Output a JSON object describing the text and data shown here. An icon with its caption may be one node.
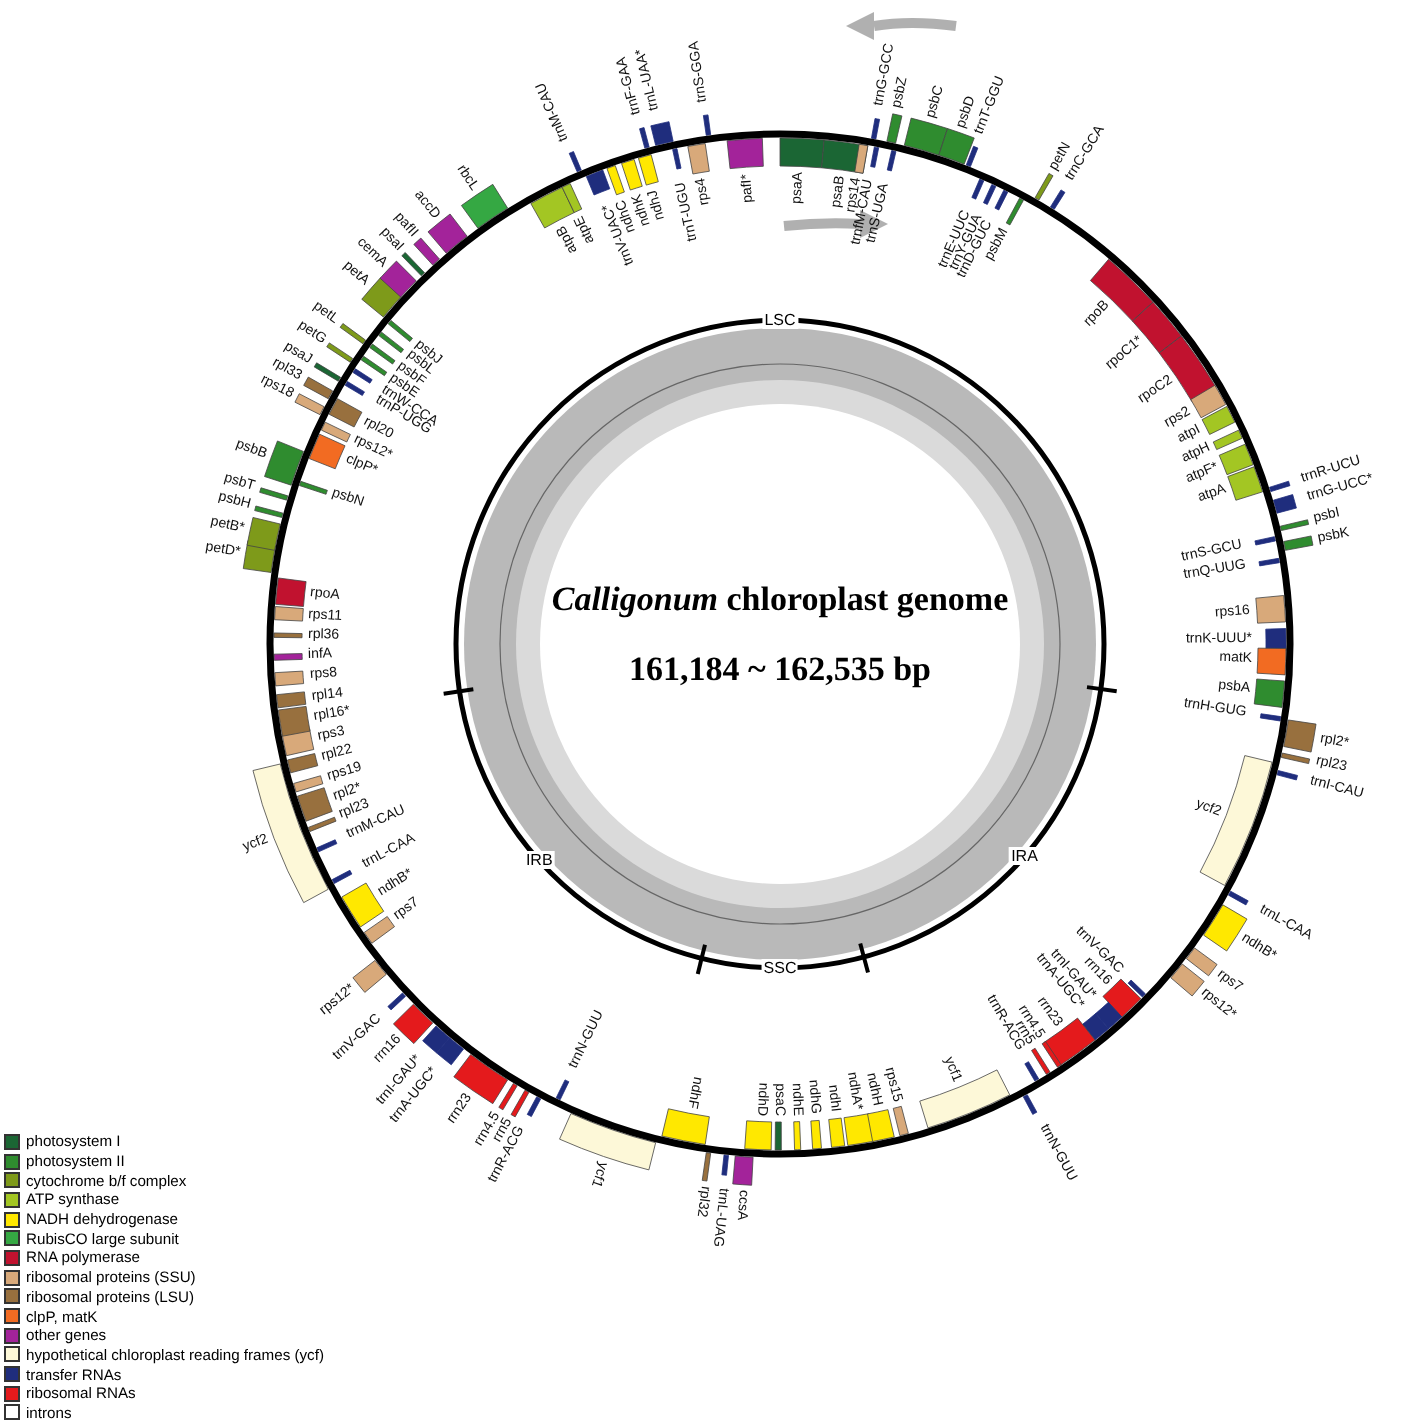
{
  "diagram": {
    "labels": [
      "*Calligonum* chloroplast genome",
      "161,184 ~ 162,535 bp",
      "LSC",
      "IRA",
      "SSC",
      "IRB",
      "psaA",
      "psaB",
      "rps14",
      "trnfM-CAU",
      "trnG-GCC",
      "psbZ",
      "trnS-UGA",
      "psbC",
      "psbD",
      "trnT-GGU",
      "trnE-UUC",
      "trnY-GUA",
      "trnD-GUC",
      "psbM",
      "petN",
      "trnC-GCA",
      "rpoB",
      "rpoC1*",
      "rpoC2",
      "rps2",
      "atpI",
      "atpH",
      "atpF*",
      "atpA",
      "trnR-UCU",
      "trnG-UCC*",
      "psbI",
      "psbK",
      "trnS-GCU",
      "trnQ-UUG",
      "rps16",
      "trnK-UUU*",
      "matK",
      "psbA",
      "trnH-GUG",
      "rpl2*",
      "rpl23",
      "trnI-CAU",
      "ycf2",
      "trnL-CAA",
      "ndhB*",
      "rps7",
      "rps12*",
      "trnV-GAC",
      "rrn16",
      "trnI-GAU*",
      "trnA-UGC*",
      "rrn23",
      "rrn4.5",
      "rrn5",
      "trnR-ACG",
      "trnN-GUU",
      "ndhD",
      "psaC",
      "ndhE",
      "ndhG",
      "ndhI",
      "ndhA*",
      "ndhH",
      "rps15",
      "ycf1",
      "ccsA",
      "trnL-UAG",
      "rpl32",
      "ndhF",
      "ycf1",
      "trnN-GUU",
      "trnR-ACG",
      "rrn5",
      "rrn4.5",
      "rrn23",
      "trnA-UGC*",
      "trnI-GAU*",
      "rrn16",
      "trnV-GAC",
      "rps12*",
      "rps7",
      "ndhB*",
      "trnL-CAA",
      "trnM-CAU",
      "ycf2",
      "rpl23",
      "rpl2*",
      "rps19",
      "rpl22",
      "rps3",
      "rpl16*",
      "rpl14",
      "rps8",
      "infA",
      "rpl36",
      "rps11",
      "rpoA",
      "petD*",
      "petB*",
      "psbH",
      "psbT",
      "psbN",
      "psbB",
      "clpP*",
      "rps12*",
      "rpl20",
      "rps18",
      "rpl33",
      "psaJ",
      "trnP-UGG",
      "trnW-CCA",
      "petG",
      "psbE",
      "psbF",
      "petL",
      "psbL",
      "psbJ",
      "petA",
      "cemA",
      "psaI",
      "pafII",
      "accD",
      "rbcL",
      "atpB",
      "atpE",
      "trnM-CAU",
      "trnV-UAC*",
      "ndhC",
      "ndhK",
      "ndhJ",
      "trnF-GAA",
      "trnL-UAA*",
      "trnT-UGU",
      "rps4",
      "trnS-GGA",
      "pafI*"
    ],
    "legend": [
      {
        "text": "photosystem I",
        "color": "#1b6634"
      },
      {
        "text": "photosystem II",
        "color": "#2f8c2f"
      },
      {
        "text": "cytochrome b/f complex",
        "color": "#7e9a1a"
      },
      {
        "text": "ATP synthase",
        "color": "#a3c623"
      },
      {
        "text": "NADH dehydrogenase",
        "color": "#ffe800"
      },
      {
        "text": "RubisCO large subunit",
        "color": "#35a843"
      },
      {
        "text": "RNA polymerase",
        "color": "#c1122f"
      },
      {
        "text": "ribosomal proteins (SSU)",
        "color": "#d8a97a"
      },
      {
        "text": "ribosomal proteins (LSU)",
        "color": "#98703e"
      },
      {
        "text": "clpP, matK",
        "color": "#f26b22"
      },
      {
        "text": "other genes",
        "color": "#a3239a"
      },
      {
        "text": "hypothetical chloroplast reading frames (ycf)",
        "color": "#fdf8d8"
      },
      {
        "text": "transfer RNAs",
        "color": "#1f2d7d"
      },
      {
        "text": "ribosomal RNAs",
        "color": "#e41a1c"
      },
      {
        "text": "introns",
        "color": "#ffffff"
      }
    ]
  }
}
